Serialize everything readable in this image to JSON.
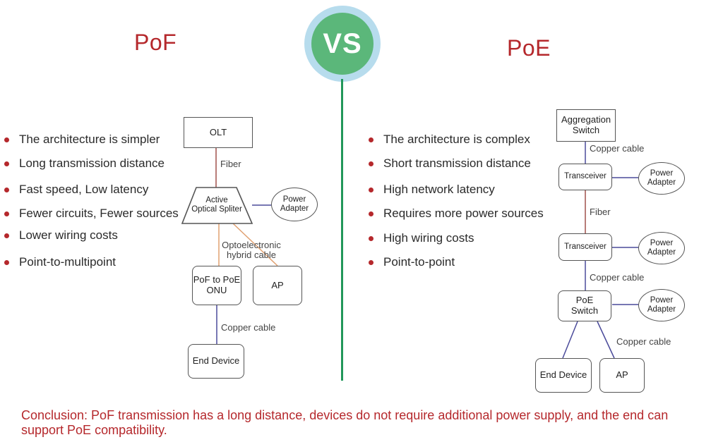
{
  "headings": {
    "left": "PoF",
    "right": "PoE",
    "vs": "VS"
  },
  "pof": {
    "bullets": [
      "The architecture is simpler",
      "Long transmission distance",
      "Fast speed, Low latency",
      "Fewer circuits, Fewer sources",
      "Lower wiring costs",
      "Point-to-multipoint"
    ],
    "nodes": {
      "olt": "OLT",
      "splitter_line1": "Active",
      "splitter_line2": "Optical Spliter",
      "power_line1": "Power",
      "power_line2": "Adapter",
      "onu_line1": "PoF to PoE",
      "onu_line2": "ONU",
      "ap": "AP",
      "end_device": "End Device"
    },
    "links": {
      "fiber": "Fiber",
      "hybrid_line1": "Optoelectronic",
      "hybrid_line2": "hybrid cable",
      "copper": "Copper cable"
    }
  },
  "poe": {
    "bullets": [
      "The architecture is complex",
      "Short transmission distance",
      "High network latency",
      "Requires more power sources",
      "High wiring costs",
      "Point-to-point"
    ],
    "nodes": {
      "aggregation_line1": "Aggregation",
      "aggregation_line2": "Switch",
      "transceiver1": "Transceiver",
      "transceiver2": "Transceiver",
      "switch_line1": "PoE",
      "switch_line2": "Switch",
      "power_line1": "Power",
      "power_line2": "Adapter",
      "end_device": "End Device",
      "ap": "AP"
    },
    "links": {
      "copper_top": "Copper cable",
      "fiber": "Fiber",
      "copper_mid": "Copper cable",
      "copper_bottom": "Copper cable"
    }
  },
  "conclusion": "Conclusion: PoF transmission has a long distance, devices do not require additional power supply, and the end can support PoE compatibility.",
  "colors": {
    "accent_red": "#b5282c",
    "vs_green": "#5bb77a",
    "vs_ring": "#b7dced",
    "divider_green": "#21975a",
    "fiber_line": "#a0504a",
    "copper_line": "#4a4a9a",
    "hybrid_line": "#e0a070"
  }
}
